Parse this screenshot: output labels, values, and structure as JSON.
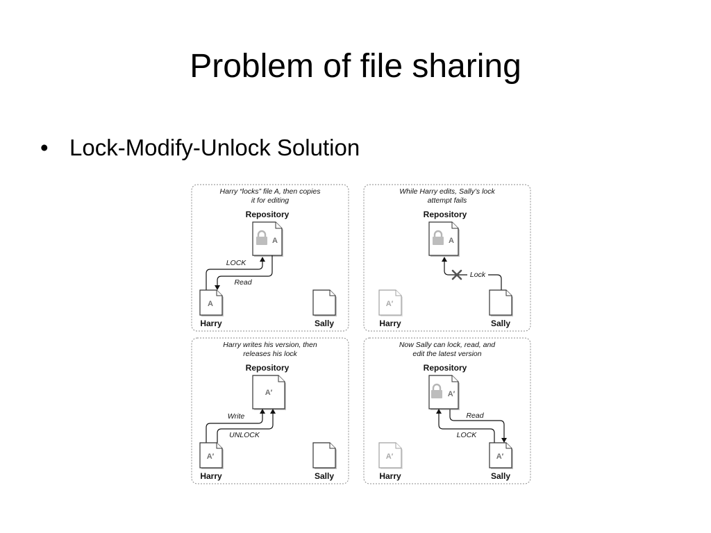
{
  "slide": {
    "title": "Problem of file sharing",
    "bullet_marker": "•",
    "bullet": "Lock-Modify-Unlock Solution"
  },
  "diagram": {
    "icons": {
      "file": "document-icon",
      "lock": "lock-icon",
      "failure": "cross-icon"
    },
    "panels": [
      {
        "caption": [
          "Harry “locks” file A, then copies",
          "it for editing"
        ],
        "repository_label": "Repository",
        "repository_file": "A",
        "repository_icon": "lock-icon",
        "arrow_labels": [
          "LOCK",
          "Read"
        ],
        "harry_file": "A",
        "harry_label": "Harry",
        "sally_label": "Sally"
      },
      {
        "caption": [
          "While Harry edits, Sally’s lock",
          "attempt fails"
        ],
        "repository_label": "Repository",
        "repository_file": "A",
        "repository_icon": "lock-icon",
        "arrow_labels": [
          "Lock"
        ],
        "harry_file": "A′",
        "harry_label": "Harry",
        "sally_label": "Sally"
      },
      {
        "caption": [
          "Harry writes his version, then",
          "releases his lock"
        ],
        "repository_label": "Repository",
        "repository_file": "A′",
        "arrow_labels": [
          "Write",
          "UNLOCK"
        ],
        "harry_file": "A′",
        "harry_label": "Harry",
        "sally_label": "Sally"
      },
      {
        "caption": [
          "Now Sally can lock, read, and",
          "edit the latest version"
        ],
        "repository_label": "Repository",
        "repository_file": "A′",
        "repository_icon": "lock-icon",
        "arrow_labels": [
          "Read",
          "LOCK"
        ],
        "harry_file": "A′",
        "harry_label": "Harry",
        "sally_file": "A′",
        "sally_label": "Sally"
      }
    ]
  },
  "colors": {
    "background": "#ffffff",
    "text": "#000000",
    "panel_border": "#8a8a8a",
    "lock_icon": "#bdbdbd",
    "faded_file": "#a9a9a9"
  }
}
